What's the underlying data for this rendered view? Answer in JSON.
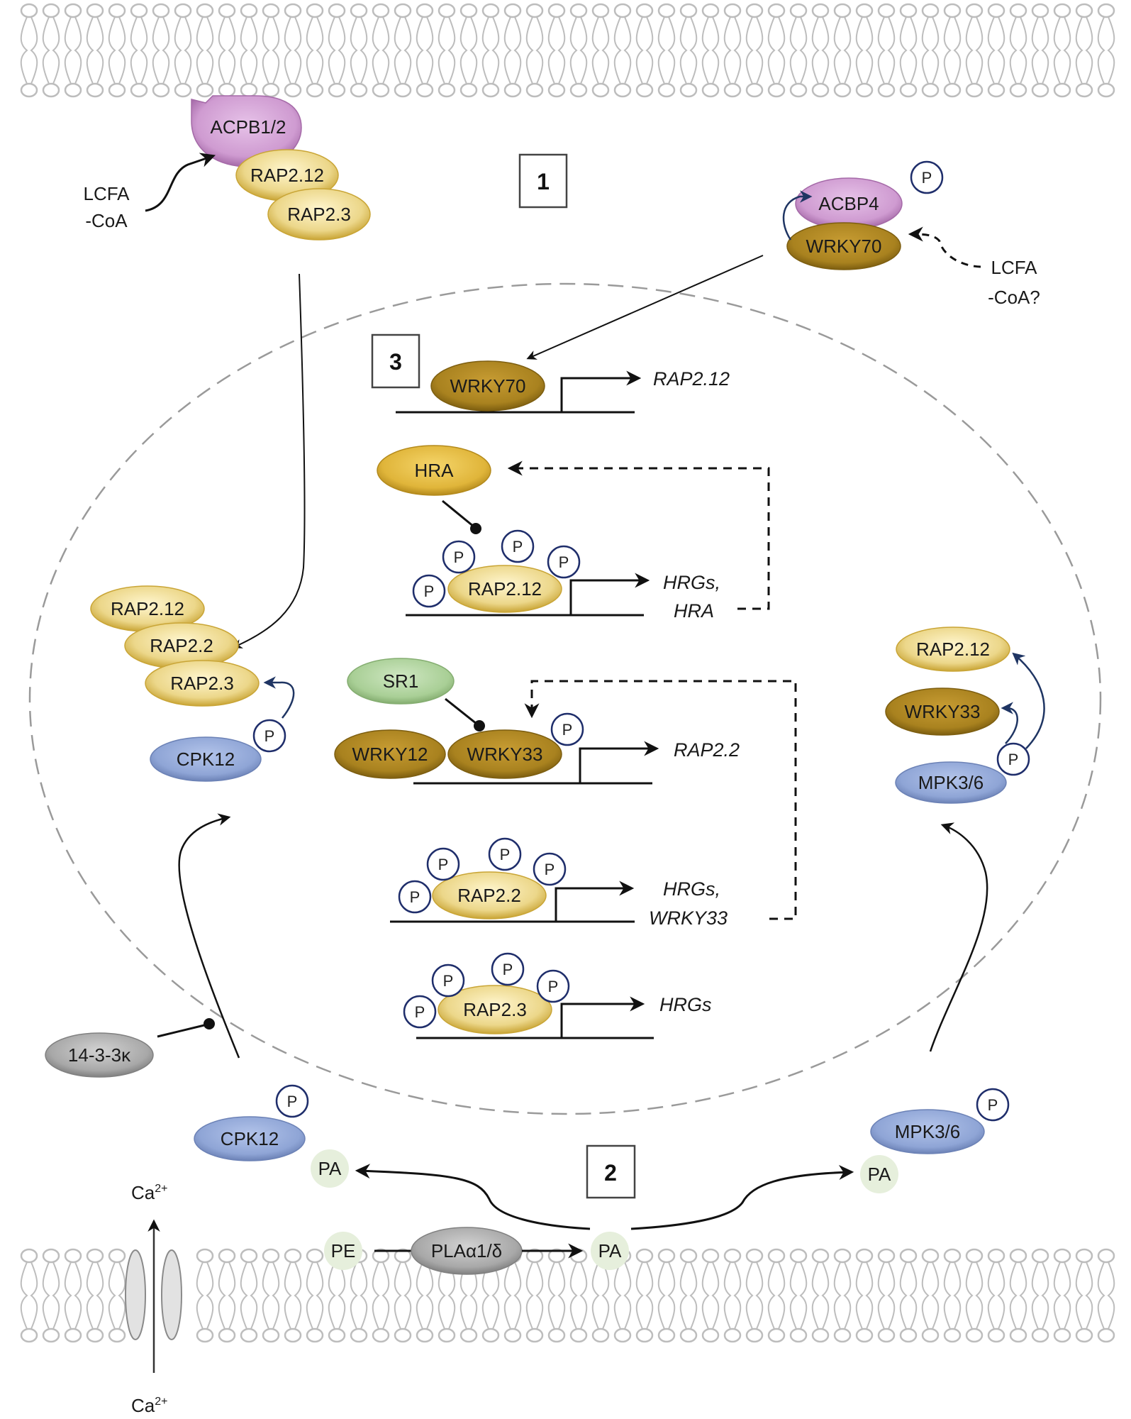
{
  "colors": {
    "rap_fill": "#ecd78a",
    "rap_edge": "#c9a536",
    "wrky_fill": "#a9821f",
    "wrky_edge": "#7d5e10",
    "acbp_fill": "#cf9bd1",
    "acbp_edge": "#a56aa8",
    "kinase_fill": "#8fa5d6",
    "kinase_edge": "#6c82b6",
    "hra_fill": "#e0b53a",
    "sr1_fill": "#a9cf96",
    "grey_fill": "#a8a8a8",
    "lipid_fill": "#e6efdc",
    "p_stroke": "#1f2e6b",
    "membrane": "#bdbdbd",
    "nucleus_dash": "#9a9a9a",
    "arrow_blue": "#1f3563"
  },
  "boxes": {
    "one": "1",
    "two": "2",
    "three": "3"
  },
  "phospho_label": "P",
  "cytoplasm_top": {
    "acbp12": "ACPB1/2",
    "rap212": "RAP2.12",
    "rap23": "RAP2.3",
    "lcfa_line1": "LCFA",
    "lcfa_line2": "-CoA",
    "acbp4": "ACBP4",
    "wrky70": "WRKY70",
    "lcfa_q_line1": "LCFA",
    "lcfa_q_line2": "-CoA?"
  },
  "nucleus": {
    "wrky70": "WRKY70",
    "gene_rap212": "RAP2.12",
    "hra": "HRA",
    "rap212_bound": "RAP2.12",
    "gene_hrgs_hra_1": "HRGs,",
    "gene_hrgs_hra_2": "HRA",
    "sr1": "SR1",
    "wrky12": "WRKY12",
    "wrky33": "WRKY33",
    "gene_rap22": "RAP2.2",
    "rap22_bound": "RAP2.2",
    "gene_hrgs_wrky33_1": "HRGs,",
    "gene_hrgs_wrky33_2": "WRKY33",
    "rap23_bound": "RAP2.3",
    "gene_hrgs": "HRGs",
    "left_stack": [
      "RAP2.12",
      "RAP2.2",
      "RAP2.3"
    ],
    "cpk12": "CPK12",
    "right_rap212": "RAP2.12",
    "right_wrky33": "WRKY33",
    "mpk36": "MPK3/6"
  },
  "cytoplasm_bottom": {
    "protein_14_3_3": "14-3-3κ",
    "cpk12": "CPK12",
    "pa_left": "PA",
    "mpk36": "MPK3/6",
    "pa_right": "PA",
    "pe": "PE",
    "pla": "PLAα1/δ",
    "pa_membrane": "PA",
    "ca_top": "Ca",
    "ca_top_sup": "2+",
    "ca_bottom": "Ca",
    "ca_bottom_sup": "2+"
  }
}
